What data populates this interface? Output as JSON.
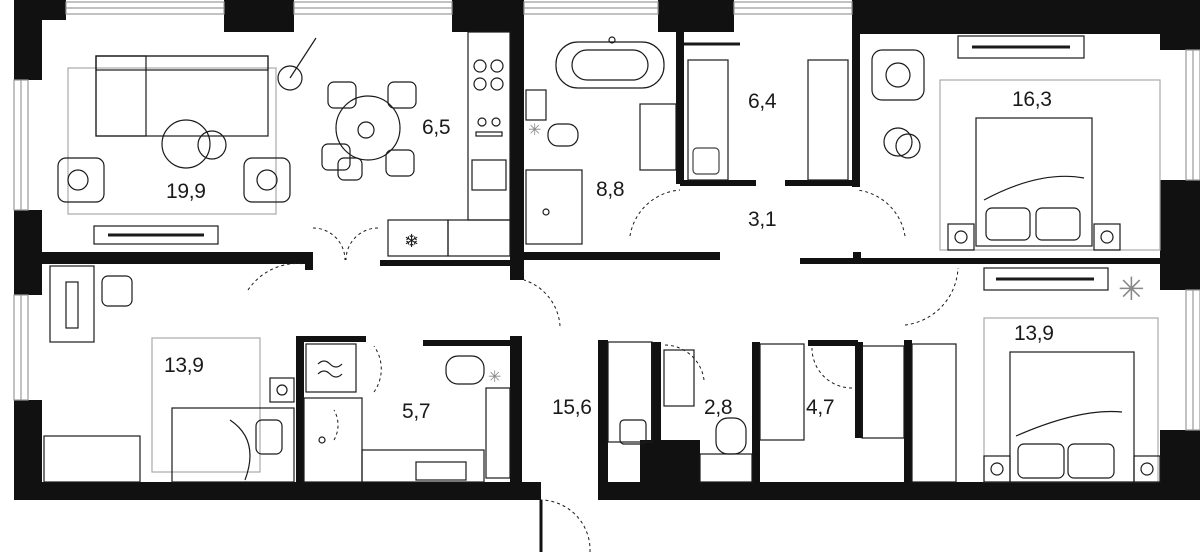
{
  "floor_plan": {
    "colors": {
      "wall": "#111111",
      "window_frame": "#9a9a9a",
      "furniture": "#1a1a1a",
      "accent_gray": "#cfcfcf"
    },
    "rooms": {
      "living": {
        "area": "19,9"
      },
      "kitchen": {
        "area": "6,5"
      },
      "bathroom": {
        "area": "8,8"
      },
      "wardrobe": {
        "area": "6,4"
      },
      "bedroom_top_right": {
        "area": "16,3"
      },
      "hall_upper": {
        "area": "3,1"
      },
      "bedroom_left": {
        "area": "13,9"
      },
      "bathroom_small": {
        "area": "5,7"
      },
      "hall_main": {
        "area": "15,6"
      },
      "wc": {
        "area": "2,8"
      },
      "storage": {
        "area": "4,7"
      },
      "bedroom_bottom_right": {
        "area": "13,9"
      }
    },
    "icons": [
      "sofa-icon",
      "armchair-icon",
      "dining-table-icon",
      "stove-icon",
      "sink-icon",
      "bathtub-icon",
      "toilet-icon",
      "shower-icon",
      "bed-icon",
      "desk-icon",
      "plant-icon",
      "washing-machine-icon",
      "fridge-icon"
    ]
  }
}
